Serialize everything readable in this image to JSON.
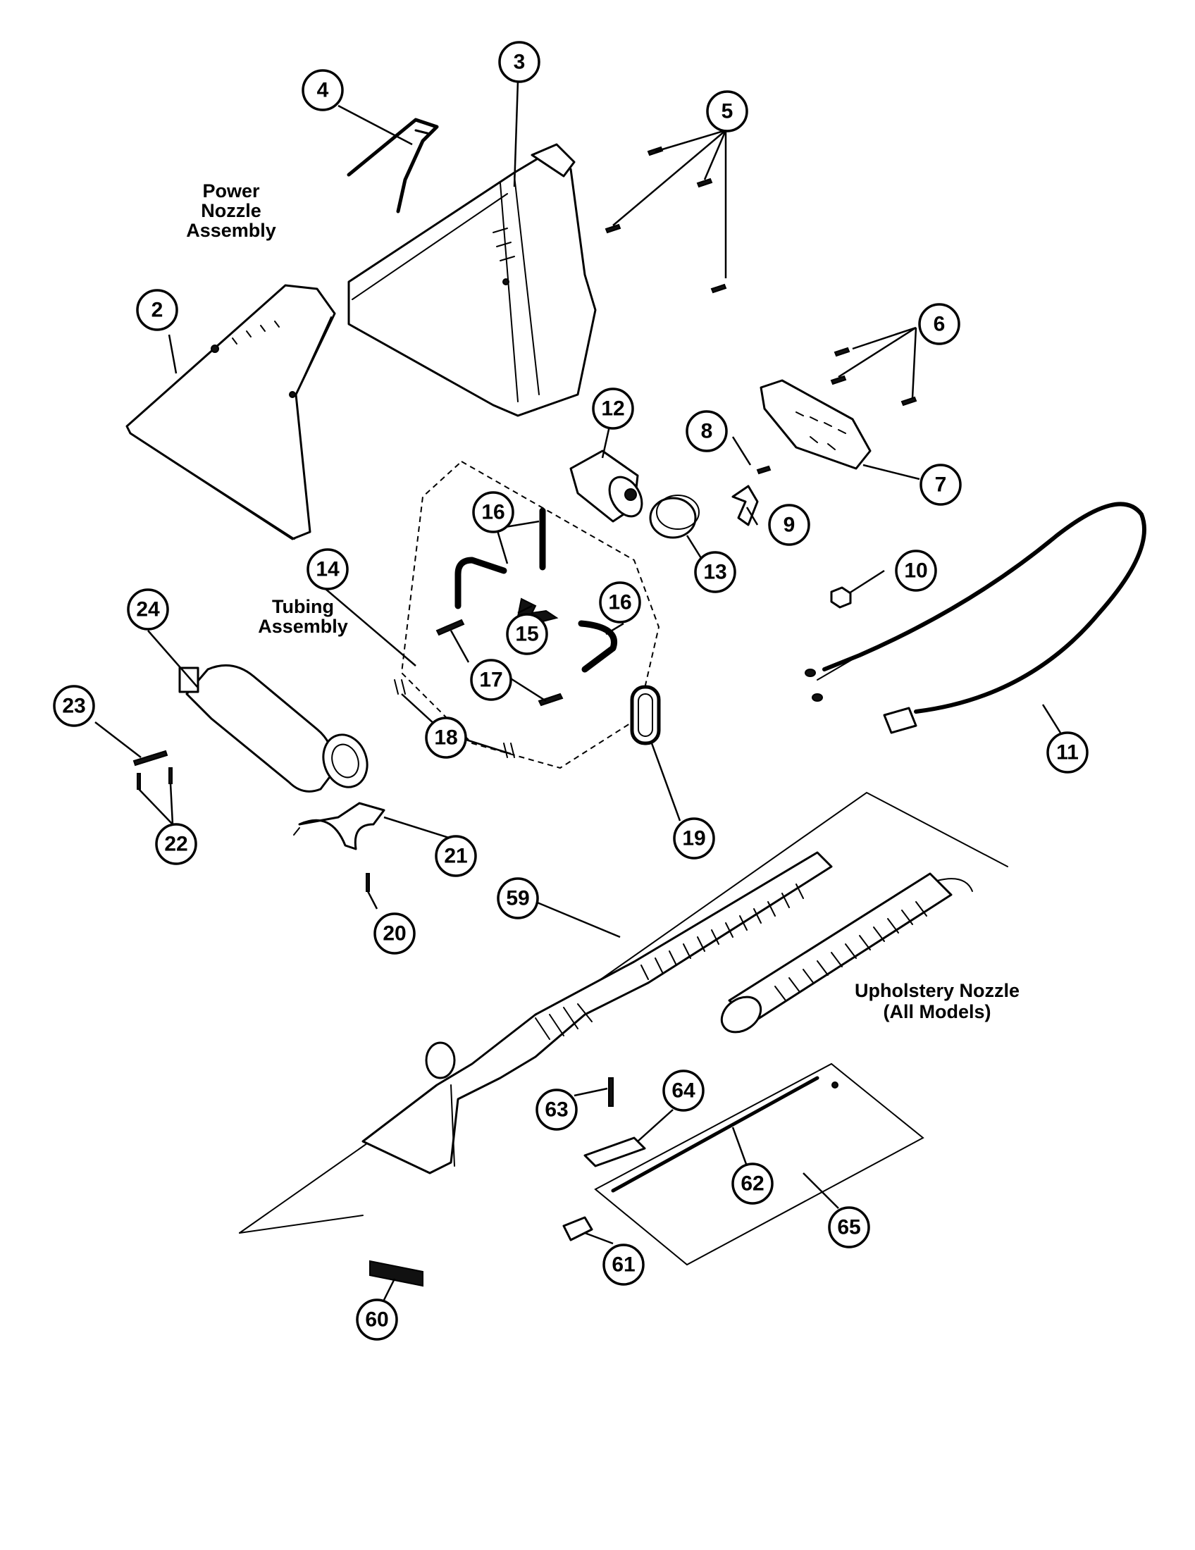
{
  "labels": {
    "power_nozzle": [
      "Power",
      "Nozzle",
      "Assembly"
    ],
    "tubing": [
      "Tubing",
      "Assembly"
    ],
    "upholstery": [
      "Upholstery Nozzle",
      "(All Models)"
    ]
  },
  "callouts": {
    "c2": "2",
    "c3": "3",
    "c4": "4",
    "c5": "5",
    "c6": "6",
    "c7": "7",
    "c8": "8",
    "c9": "9",
    "c10": "10",
    "c11": "11",
    "c12": "12",
    "c13": "13",
    "c14": "14",
    "c15": "15",
    "c16a": "16",
    "c16b": "16",
    "c17": "17",
    "c18": "18",
    "c19": "19",
    "c20": "20",
    "c21": "21",
    "c22": "22",
    "c23": "23",
    "c24": "24",
    "c59": "59",
    "c60": "60",
    "c61": "61",
    "c62": "62",
    "c63": "63",
    "c64": "64",
    "c65": "65"
  }
}
